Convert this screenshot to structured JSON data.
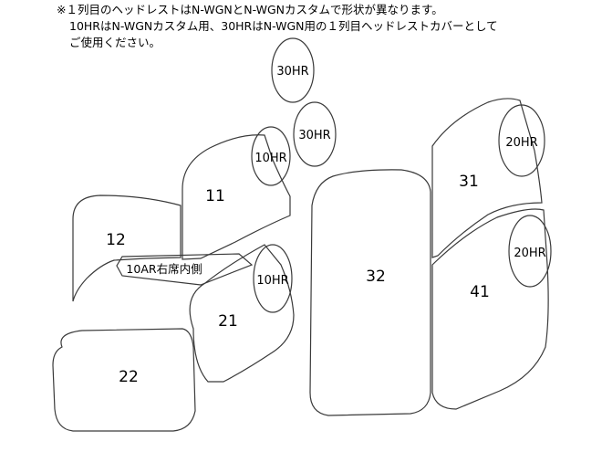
{
  "note": {
    "line1": "※１列目のヘッドレストはN-WGNとN-WGNカスタムで形状が異なります。",
    "line2": "10HRはN-WGNカスタム用、30HRはN-WGN用の１列目ヘッドレストカバーとして",
    "line3": "ご使用ください。"
  },
  "parts": {
    "p11": "11",
    "p12": "12",
    "p21": "21",
    "p22": "22",
    "p31": "31",
    "p32": "32",
    "p41": "41",
    "hr30_top": "30HR",
    "hr30_low": "30HR",
    "hr10_top": "10HR",
    "hr10_low": "10HR",
    "hr20_top": "20HR",
    "hr20_low": "20HR",
    "inner_label": "10AR右席内側"
  }
}
